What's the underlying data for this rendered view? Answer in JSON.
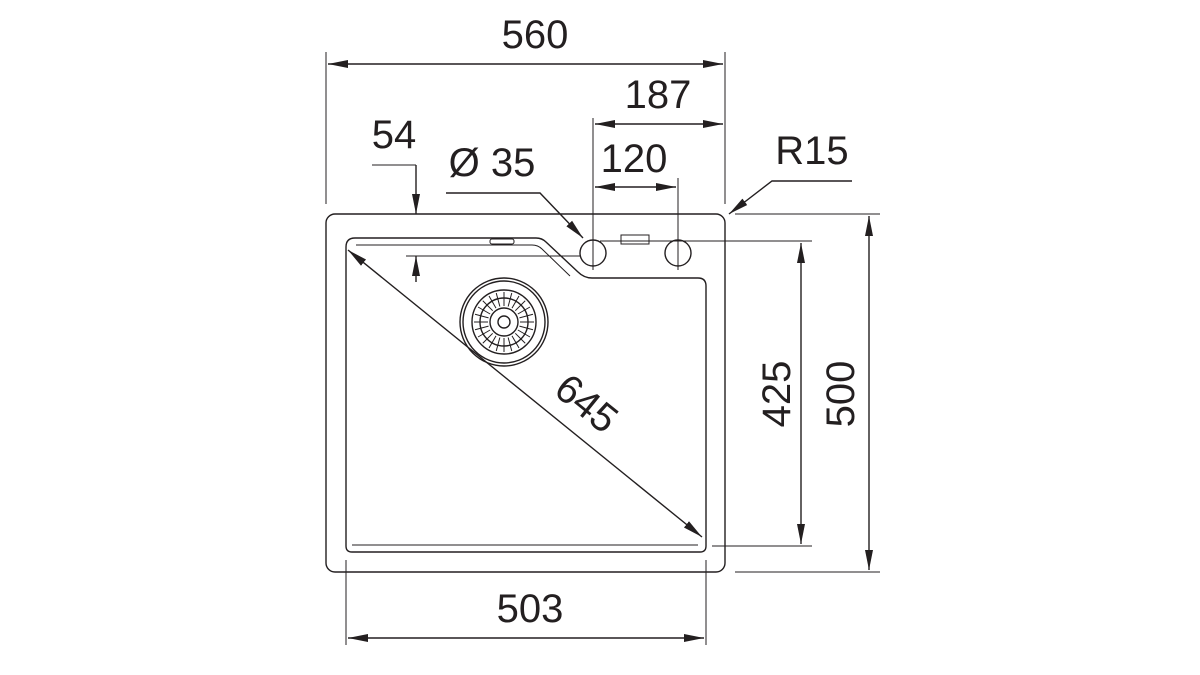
{
  "drawing": {
    "dimensions": {
      "overall_width": "560",
      "tap_offset": "187",
      "tap_spacing": "120",
      "hole_diameter": "Ø 35",
      "top_offset": "54",
      "corner_radius": "R15",
      "diagonal": "645",
      "bowl_depth": "425",
      "overall_depth": "500",
      "bowl_width": "503"
    },
    "colors": {
      "ink": "#231f20",
      "background": "#ffffff"
    }
  }
}
